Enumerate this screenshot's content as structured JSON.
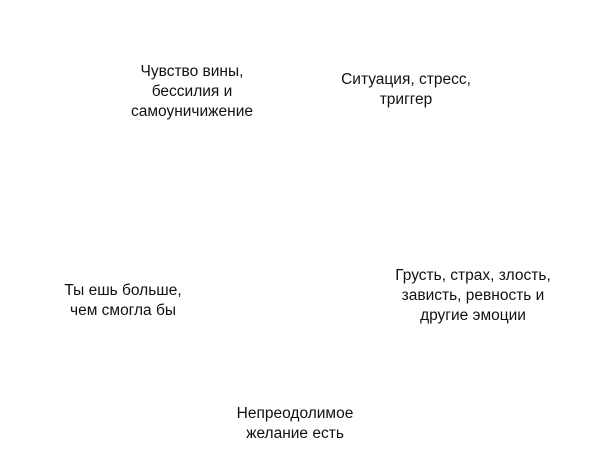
{
  "cycle": {
    "arrow_color": "#435670",
    "arrow_shadow_color": "#c9cdd3",
    "nodes": [
      {
        "lines": [
          "Ситуация, стресс,",
          "триггер"
        ]
      },
      {
        "lines": [
          "Грусть, страх, злость,",
          "зависть, ревность и",
          "другие эмоции"
        ]
      },
      {
        "lines": [
          "Непреодолимое",
          "желание есть"
        ]
      },
      {
        "lines": [
          "Ты ешь больше,",
          "чем смогла бы"
        ]
      },
      {
        "lines": [
          "Чувство вины,",
          "бессилия и",
          "самоуничижение"
        ]
      }
    ]
  }
}
